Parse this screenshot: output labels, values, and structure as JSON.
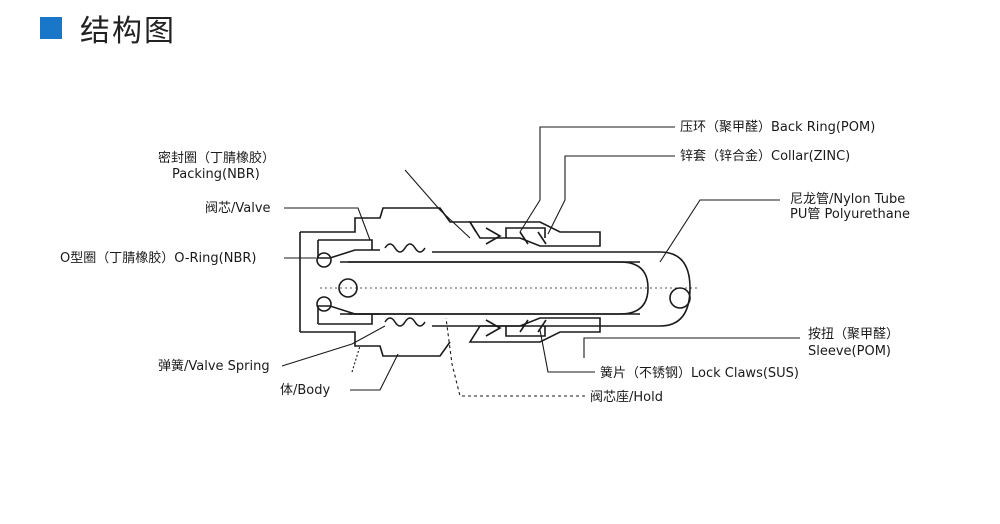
{
  "header": {
    "accent_color": "#1877c9",
    "title": "结构图"
  },
  "labels": {
    "back_ring": "压环（聚甲醛）Back Ring(POM)",
    "collar": "锌套（锌合金）Collar(ZINC)",
    "packing_cn": "密封圈（丁腈橡胶）",
    "packing_en": "Packing(NBR)",
    "nylon_tube_1": "尼龙管/Nylon Tube",
    "nylon_tube_2": "PU管 Polyurethane",
    "valve": "阀芯/Valve",
    "o_ring": "O型圈（丁腈橡胶）O-Ring(NBR)",
    "sleeve_cn": "按扭（聚甲醛）",
    "sleeve_en": "Sleeve(POM)",
    "valve_spring": "弹簧/Valve Spring",
    "lock_claws": "簧片（不锈钢）Lock Claws(SUS)",
    "body": "体/Body",
    "hold": "阀芯座/Hold"
  }
}
